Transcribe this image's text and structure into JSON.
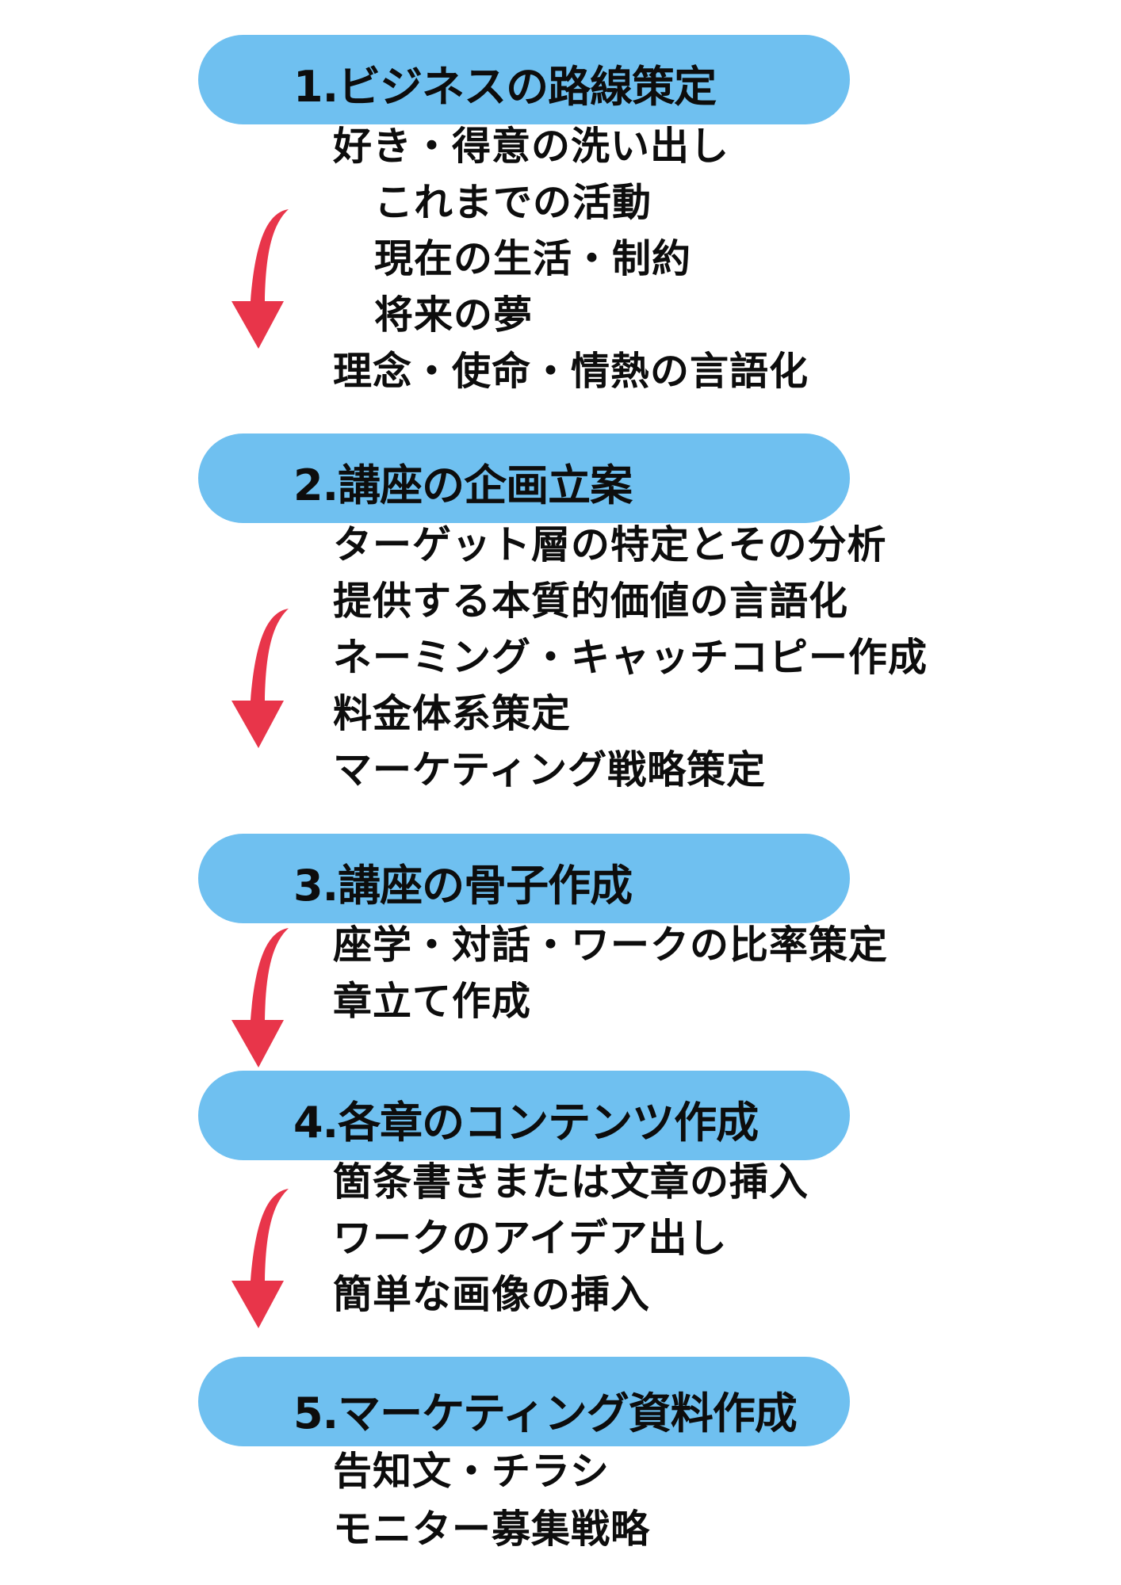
{
  "colors": {
    "pill": "#6fc0f0",
    "arrow": "#e8354a",
    "text": "#0d0d0d",
    "background": "#ffffff"
  },
  "steps": [
    {
      "title": "1.ビジネスの路線策定",
      "items": [
        {
          "text": "好き・得意の洗い出し",
          "indent": false
        },
        {
          "text": "これまでの活動",
          "indent": true
        },
        {
          "text": "現在の生活・制約",
          "indent": true
        },
        {
          "text": "将来の夢",
          "indent": true
        },
        {
          "text": "理念・使命・情熱の言語化",
          "indent": false
        }
      ],
      "arrow_icon": "curved-down-arrow"
    },
    {
      "title": "2.講座の企画立案",
      "items": [
        {
          "text": "ターゲット層の特定とその分析",
          "indent": false
        },
        {
          "text": "提供する本質的価値の言語化",
          "indent": false
        },
        {
          "text": "ネーミング・キャッチコピー作成",
          "indent": false
        },
        {
          "text": "料金体系策定",
          "indent": false
        },
        {
          "text": "マーケティング戦略策定",
          "indent": false
        }
      ],
      "arrow_icon": "curved-down-arrow"
    },
    {
      "title": "3.講座の骨子作成",
      "items": [
        {
          "text": "座学・対話・ワークの比率策定",
          "indent": false
        },
        {
          "text": "章立て作成",
          "indent": false
        }
      ],
      "arrow_icon": "curved-down-arrow"
    },
    {
      "title": "4.各章のコンテンツ作成",
      "items": [
        {
          "text": "箇条書きまたは文章の挿入",
          "indent": false
        },
        {
          "text": "ワークのアイデア出し",
          "indent": false
        },
        {
          "text": "簡単な画像の挿入",
          "indent": false
        }
      ],
      "arrow_icon": "curved-down-arrow"
    },
    {
      "title": "5.マーケティング資料作成",
      "items": [
        {
          "text": "告知文・チラシ",
          "indent": false
        },
        {
          "text": "モニター募集戦略",
          "indent": false
        }
      ]
    }
  ]
}
